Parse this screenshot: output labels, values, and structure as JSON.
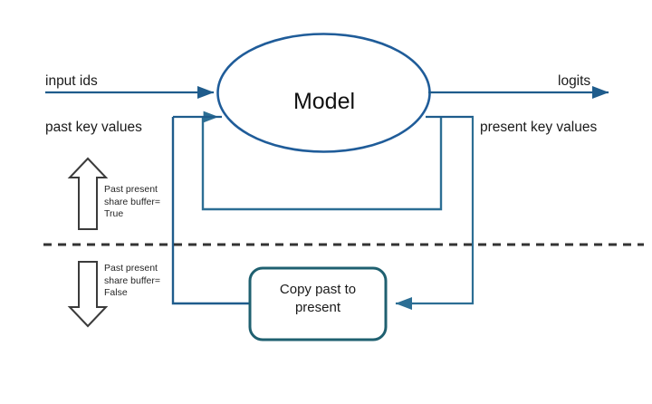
{
  "diagram": {
    "title": "Model past/present key-value buffer sharing",
    "colors": {
      "line_blue": "#1F5C8C",
      "ellipse_blue": "#1F5C99",
      "box_teal": "#1F6070",
      "arrow_outline": "#3B3B3B",
      "divider": "#333333",
      "text": "#1a1a1a"
    },
    "nodes": {
      "model": {
        "label": "Model",
        "shape": "ellipse"
      },
      "copy_box": {
        "label": "Copy past to\npresent",
        "shape": "rounded-rect"
      }
    },
    "labels": {
      "input_ids": "input ids",
      "past_key_values": "past key values",
      "logits": "logits",
      "present_key_values": "present key values"
    },
    "annotations": {
      "share_buffer_true": "Past present\nshare buffer=\nTrue",
      "share_buffer_false": "Past present\nshare buffer=\nFalse"
    },
    "arrows": {
      "up_arrow": "up-arrow",
      "down_arrow": "down-arrow"
    },
    "divider": {
      "style": "dashed",
      "orientation": "horizontal"
    }
  }
}
